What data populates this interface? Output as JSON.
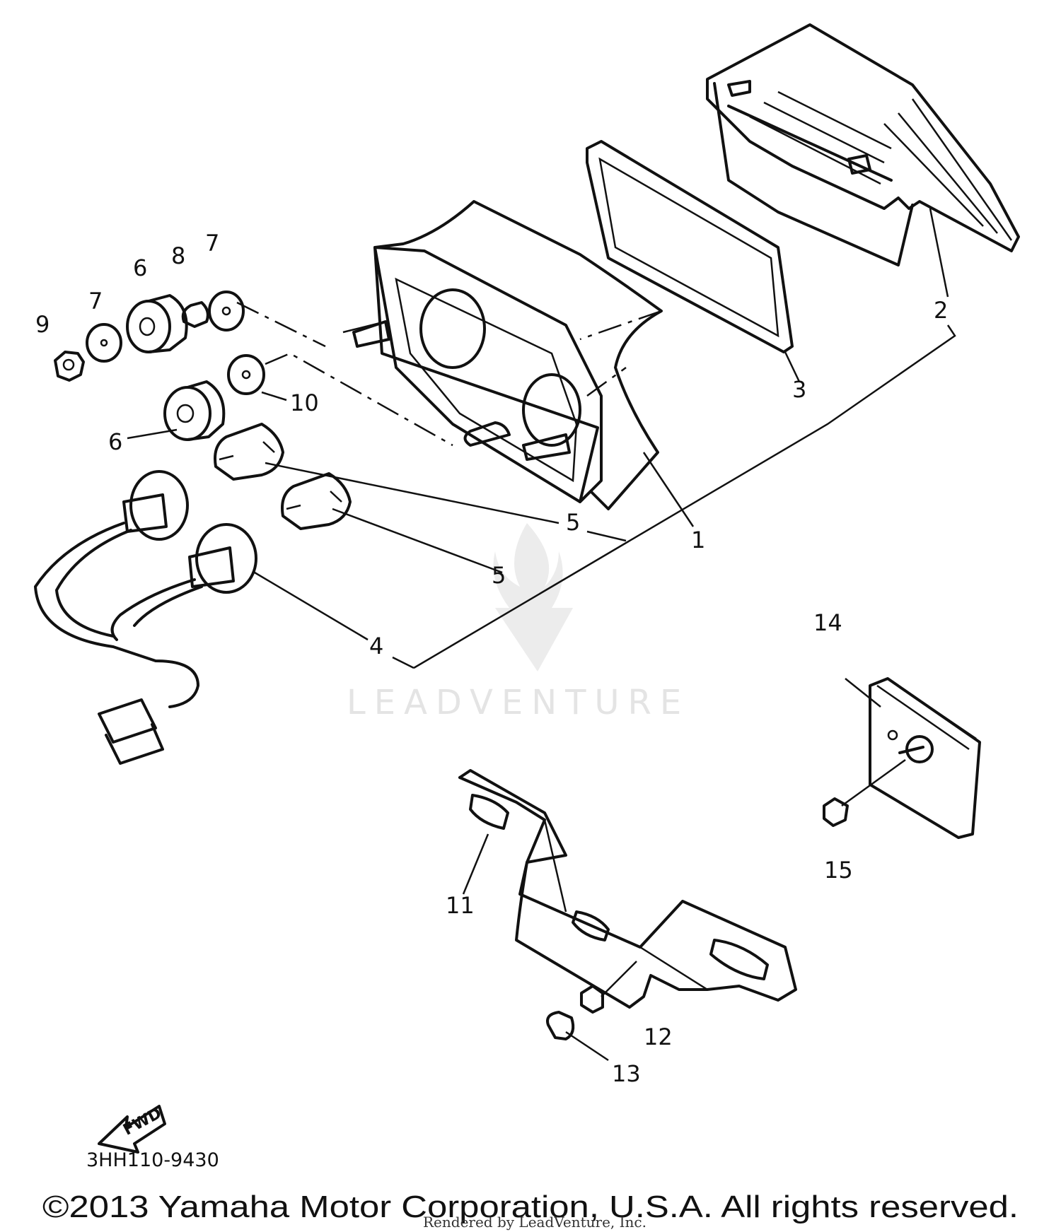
{
  "diagram": {
    "drawing_code": "3HH110-9430",
    "copyright": "©2013 Yamaha Motor Corporation, U.S.A. All rights reserved.",
    "rendered_by": "Rendered by LeadVenture, Inc.",
    "watermark": "LEADVENTURE",
    "direction_label": "FWD",
    "callouts": {
      "c1": "1",
      "c2": "2",
      "c3": "3",
      "c4": "4",
      "c5a": "5",
      "c5b": "5",
      "c6a": "6",
      "c6b": "6",
      "c7a": "7",
      "c7b": "7",
      "c8": "8",
      "c9": "9",
      "c10": "10",
      "c11": "11",
      "c12": "12",
      "c13": "13",
      "c14": "14",
      "c15": "15"
    }
  }
}
